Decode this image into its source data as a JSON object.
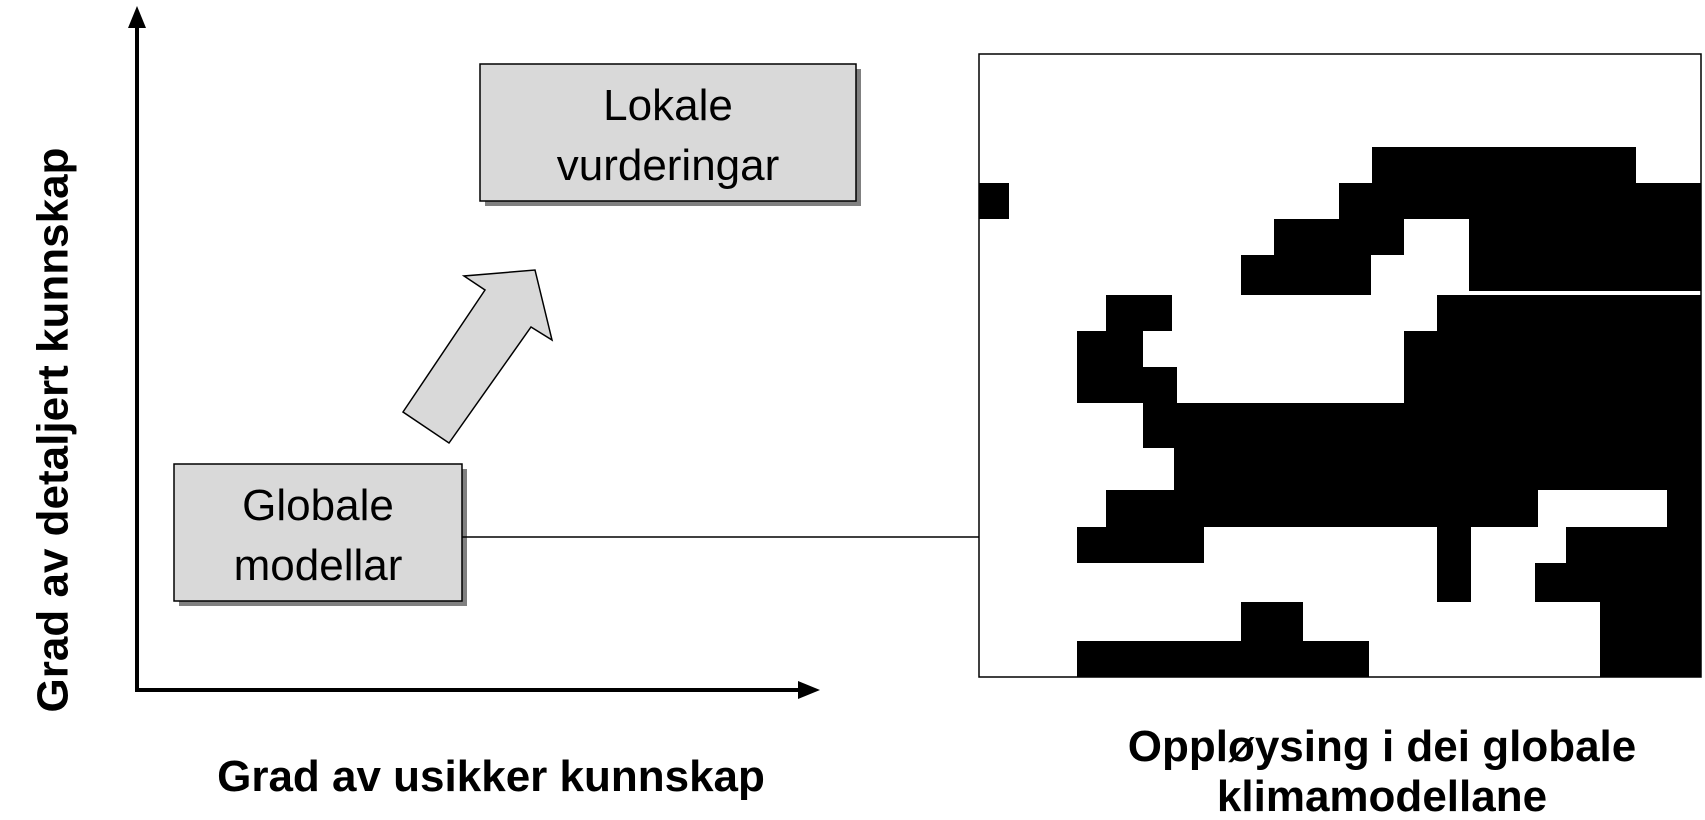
{
  "axes": {
    "y_label": "Grad av detaljert kunnskap",
    "x_label": "Grad av usikker kunnskap"
  },
  "boxes": {
    "local": {
      "line1": "Lokale",
      "line2": "vurderingar"
    },
    "global": {
      "line1": "Globale",
      "line2": "modellar"
    }
  },
  "grid_caption": {
    "line1": "Oppløysing i dei globale",
    "line2": "klimamodellane"
  },
  "colors": {
    "box_fill": "#d9d9d9",
    "box_shadow": "#808080",
    "cell_fill": "#000000",
    "line": "#000000"
  }
}
